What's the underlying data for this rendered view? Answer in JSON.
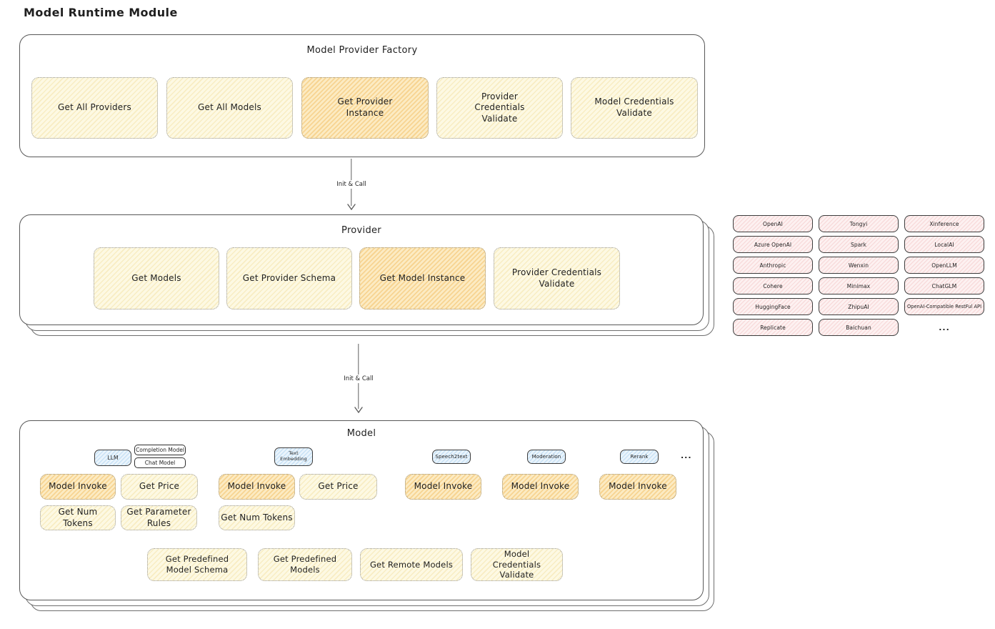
{
  "title": "Model Runtime Module",
  "palette": {
    "box_yellow": "#fdf9e3",
    "box_orange": "#fcebc3",
    "provider_pink": "#fdf1f1",
    "tab_blue": "#eaf4fc",
    "ink": "#1f1f1f",
    "line": "#5f5f5f"
  },
  "factory": {
    "title": "Model Provider Factory",
    "boxes": [
      {
        "label": "Get All Providers",
        "highlighted": false
      },
      {
        "label": "Get All Models",
        "highlighted": false
      },
      {
        "label": "Get Provider Instance",
        "highlighted": true
      },
      {
        "label": "Provider Credentials Validate",
        "highlighted": false
      },
      {
        "label": "Model Credentials Validate",
        "highlighted": false
      }
    ]
  },
  "arrows": [
    "Init & Call",
    "Init & Call"
  ],
  "provider": {
    "title": "Provider",
    "boxes": [
      {
        "label": "Get Models",
        "highlighted": false
      },
      {
        "label": "Get Provider Schema",
        "highlighted": false
      },
      {
        "label": "Get Model Instance",
        "highlighted": true
      },
      {
        "label": "Provider Credentials Validate",
        "highlighted": false
      }
    ]
  },
  "providers": {
    "rows": [
      [
        "OpenAI",
        "Tongyi",
        "Xinference"
      ],
      [
        "Azure OpenAI",
        "Spark",
        "LocalAI"
      ],
      [
        "Anthropic",
        "Wenxin",
        "OpenLLM"
      ],
      [
        "Cohere",
        "Minimax",
        "ChatGLM"
      ],
      [
        "HuggingFace",
        "ZhipuAI",
        "OpenAI-Compatible RestFul API"
      ],
      [
        "Replicate",
        "Baichuan"
      ]
    ],
    "more": "..."
  },
  "model": {
    "title": "Model",
    "tabs": [
      "LLM",
      "Completion Model",
      "Chat Model",
      "Text Embedding",
      "Speech2text",
      "Moderation",
      "Rerank"
    ],
    "more": "...",
    "row1": [
      "Model Invoke",
      "Get Price",
      "Model Invoke",
      "Get Price",
      "Model Invoke",
      "Model Invoke",
      "Model Invoke"
    ],
    "row2": [
      "Get Num Tokens",
      "Get Parameter Rules",
      "Get Num Tokens"
    ],
    "row3": [
      "Get Predefined Model Schema",
      "Get Predefined Models",
      "Get Remote Models",
      "Model Credentials Validate"
    ]
  }
}
